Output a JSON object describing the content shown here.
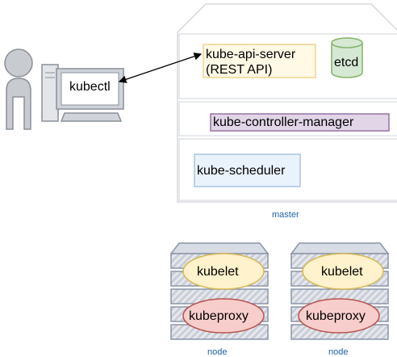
{
  "diagram": {
    "client": {
      "tool_label": "kubectl"
    },
    "master": {
      "caption": "master",
      "api_server": {
        "line1": "kube-api-server",
        "line2": "(REST API)"
      },
      "store": "etcd",
      "controller_manager": "kube-controller-manager",
      "scheduler": "kube-scheduler"
    },
    "nodes": [
      {
        "caption": "node",
        "agent": "kubelet",
        "proxy": "kubeproxy"
      },
      {
        "caption": "node",
        "agent": "kubelet",
        "proxy": "kubeproxy"
      }
    ],
    "colors": {
      "outline": "#c8ccd4",
      "api_fill": "#fff9e6",
      "api_stroke": "#f2d48c",
      "etcd_fill": "#d5e8d4",
      "etcd_stroke": "#82b366",
      "cm_fill": "#e1d5e7",
      "cm_stroke": "#9673a6",
      "sched_fill": "#eaf2fb",
      "sched_stroke": "#a9c4e4",
      "kubelet_fill": "#fff2cc",
      "kubelet_stroke": "#d6b656",
      "proxy_fill": "#f8cecc",
      "proxy_stroke": "#b85450",
      "server_fill": "#d8dce4",
      "server_stroke": "#8a95a8",
      "person": "#c8cbd0",
      "caption": "#1f5fa8"
    }
  }
}
